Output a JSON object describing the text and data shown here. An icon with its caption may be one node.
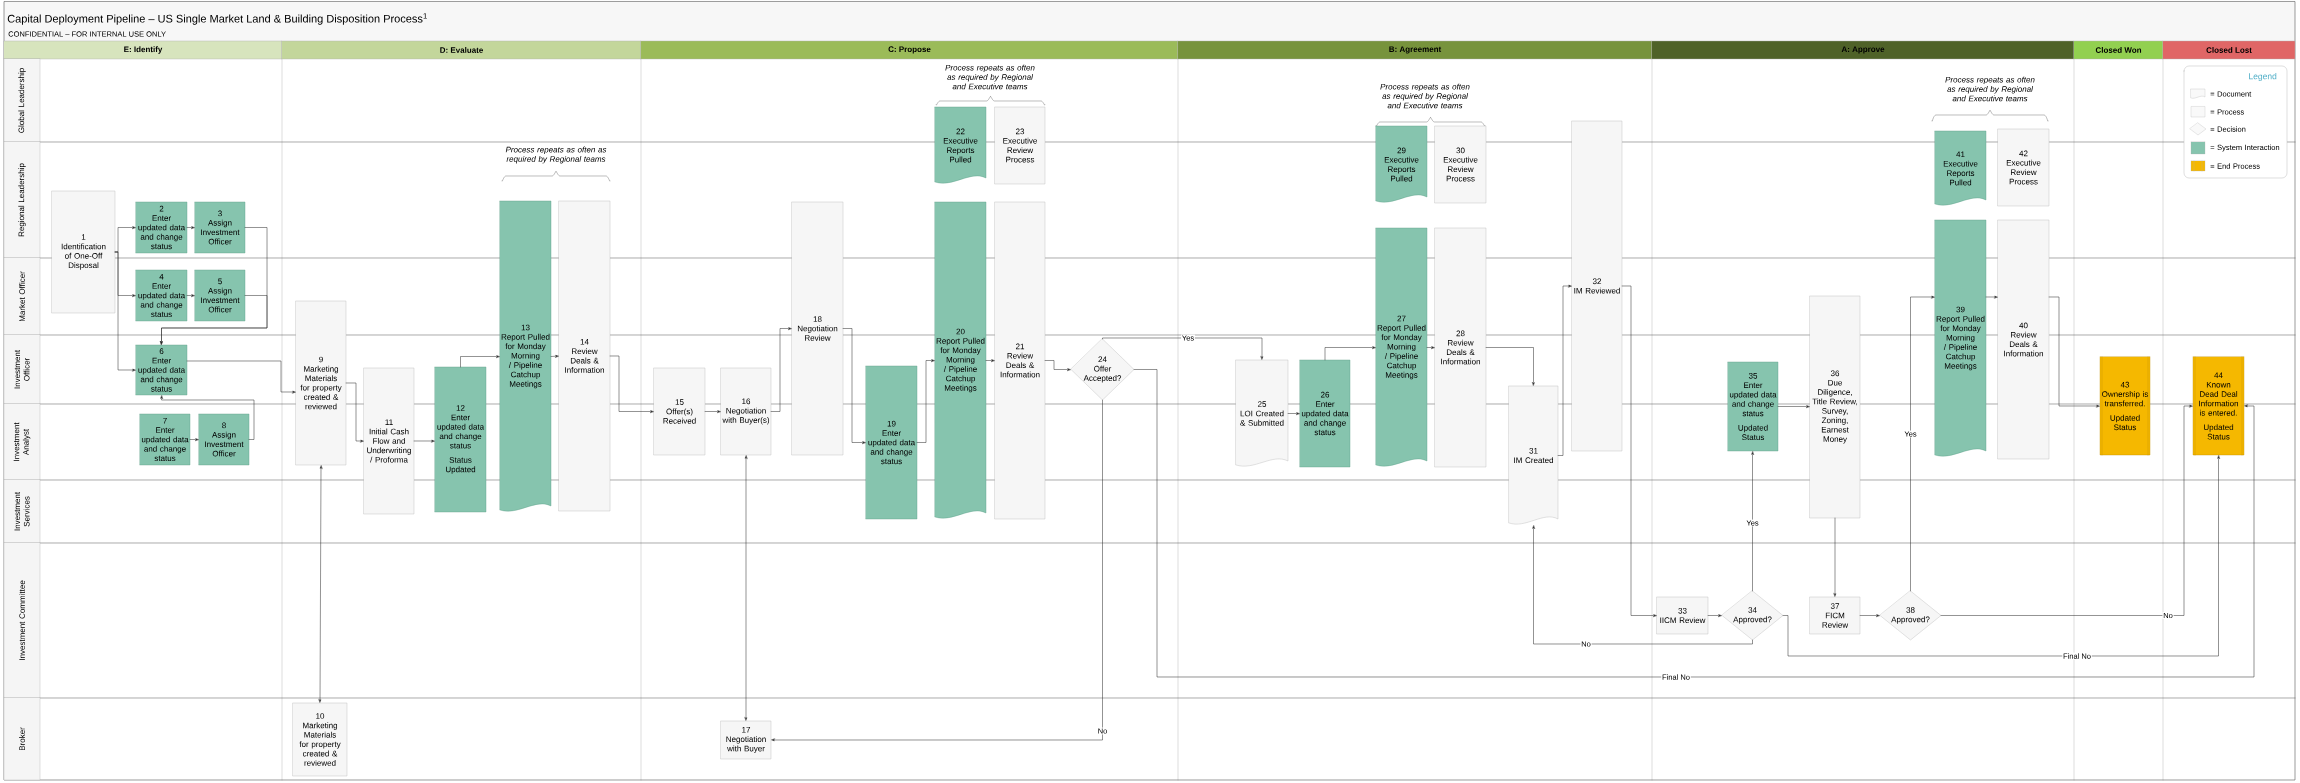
{
  "diagram": {
    "title": "Capital Deployment Pipeline – US Single Market Land & Building Disposition Process$^{1}$",
    "nodes": [
      {
        "text": [
          "E: Identify"
        ]
      },
      {
        "text": [
          "D: Evaluate"
        ]
      },
      {
        "text": [
          "C: Propose"
        ]
      },
      {
        "text": [
          "B: Agreement"
        ]
      },
      {
        "text": [
          "A: Approve"
        ]
      },
      {
        "text": [
          "Closed Won"
        ]
      },
      {
        "text": [
          "Closed Lost"
        ]
      },
      {
        "text": [
          "Global Leadership"
        ]
      },
      {
        "text": [
          "Regional Leadership"
        ]
      },
      {
        "text": [
          "Market Officer"
        ]
      },
      {
        "text": [
          "Investment Officer"
        ]
      },
      {
        "text": [
          "Investment Analyst"
        ]
      },
      {
        "text": [
          "Investment Services"
        ]
      },
      {
        "text": [
          "Investment Committee"
        ]
      },
      {
        "text": [
          "Broker"
        ]
      },
      {
        "text": [
          "1",
          "Identification of One-Off Disposal"
        ]
      },
      {
        "text": [
          "2",
          "Enter updated data and change status"
        ]
      },
      {
        "text": [
          "3",
          "Assign Investment Officer"
        ]
      },
      {
        "text": [
          "4",
          "Enter updated data and change status"
        ]
      },
      {
        "text": [
          "5",
          "Assign Investment Officer"
        ]
      },
      {
        "text": [
          "6",
          "Enter updated data and change status"
        ]
      },
      {
        "text": [
          "7",
          "Enter updated data and change status"
        ]
      },
      {
        "text": [
          "8",
          "Assign Investment Officer"
        ]
      },
      {
        "text": [
          "9",
          "Marketing Materials for property created & reviewed"
        ]
      },
      {
        "text": [
          "10",
          "Marketing Materials for property created & reviewed"
        ]
      },
      {
        "text": [
          "11",
          "Initial Cash Flow and Underwriting / Proforma"
        ]
      },
      {
        "text": [
          "12",
          "Enter updated data and change status",
          "Status Updated"
        ]
      },
      {
        "text": [
          "13",
          "Report Pulled for Monday Morning / Pipeline Catchup Meetings"
        ]
      },
      {
        "text": [
          "14",
          "Review Deals & Information"
        ]
      },
      {
        "text": [
          "15",
          "Offer(s) Received"
        ]
      },
      {
        "text": [
          "16",
          "Negotiation with Buyer(s)"
        ]
      },
      {
        "text": [
          "17",
          "Negotiation with Buyer"
        ]
      },
      {
        "text": [
          "18",
          "Negotiation Review"
        ]
      },
      {
        "text": [
          "19",
          "Enter updated data and change status"
        ]
      },
      {
        "text": [
          "20",
          "Report Pulled for Monday Morning / Pipeline Catchup Meetings"
        ]
      },
      {
        "text": [
          "21",
          "Review Deals & Information"
        ]
      },
      {
        "text": [
          "22",
          "Executive Reports Pulled"
        ]
      },
      {
        "text": [
          "23",
          "Executive Review Process"
        ]
      },
      {
        "text": [
          "24",
          "Offer Accepted?"
        ]
      },
      {
        "text": [
          "25",
          "LOI Created & Submitted"
        ]
      },
      {
        "text": [
          "26",
          "Enter updated data and change status"
        ]
      },
      {
        "text": [
          "27",
          "Report Pulled for Monday Morning / Pipeline Catchup Meetings"
        ]
      },
      {
        "text": [
          "28",
          "Review Deals & Information"
        ]
      },
      {
        "text": [
          "29",
          "Executive Reports Pulled"
        ]
      },
      {
        "text": [
          "30",
          "Executive Review Process"
        ]
      },
      {
        "text": [
          "31",
          "IM Created"
        ]
      },
      {
        "text": [
          "32",
          "IM Reviewed"
        ]
      },
      {
        "text": [
          "33",
          "IICM Review"
        ]
      },
      {
        "text": [
          "34",
          "Approved?"
        ]
      },
      {
        "text": [
          "35",
          "Enter updated data and change status",
          "Updated Status"
        ]
      },
      {
        "text": [
          "36",
          "Due Diligence, Title Review, Survey, Zoning, Earnest Money"
        ]
      },
      {
        "text": [
          "37",
          "FICM Review"
        ]
      },
      {
        "text": [
          "38",
          "Approved?"
        ]
      },
      {
        "text": [
          "39",
          "Report Pulled for Monday Morning / Pipeline Catchup Meetings"
        ]
      },
      {
        "text": [
          "40",
          "Review Deals & Information"
        ]
      },
      {
        "text": [
          "41",
          "Executive Reports Pulled"
        ]
      },
      {
        "text": [
          "42",
          "Executive Review Process"
        ]
      },
      {
        "text": [
          "43",
          "Ownership is transferred.",
          "Updated Status"
        ]
      },
      {
        "text": [
          "44",
          "Known Dead Deal Information is entered.",
          "Updated Status"
        ]
      }
    ],
    "edges": [
      {
        "from": 15,
        "to": 16,
        "arrow": "to"
      },
      {
        "from": 15,
        "to": 18,
        "arrow": "to"
      },
      {
        "from": 15,
        "to": 20,
        "arrow": "to"
      },
      {
        "from": 16,
        "to": 17,
        "arrow": "to"
      },
      {
        "from": 18,
        "to": 19,
        "arrow": "to"
      },
      {
        "from": 17,
        "to": 20,
        "arrow": "to"
      },
      {
        "from": 19,
        "to": 20,
        "arrow": "to"
      },
      {
        "from": 21,
        "to": 22,
        "arrow": "to"
      },
      {
        "from": 22,
        "to": 20,
        "arrow": "to"
      },
      {
        "from": 20,
        "to": 23,
        "arrow": "to"
      },
      {
        "from": 23,
        "to": 24,
        "arrow": "both"
      },
      {
        "from": 23,
        "to": 25,
        "arrow": "to"
      },
      {
        "from": 25,
        "to": 26,
        "arrow": "to"
      },
      {
        "from": 26,
        "to": 27,
        "arrow": "to"
      },
      {
        "from": 27,
        "to": 28,
        "arrow": "to"
      },
      {
        "from": 28,
        "to": 29,
        "arrow": "to"
      },
      {
        "from": 29,
        "to": 30,
        "arrow": "to"
      },
      {
        "from": 30,
        "to": 32,
        "arrow": "to"
      },
      {
        "from": 30,
        "to": 31,
        "arrow": "both"
      },
      {
        "from": 32,
        "to": 33,
        "arrow": "to"
      },
      {
        "from": 33,
        "to": 34,
        "arrow": "to"
      },
      {
        "from": 34,
        "to": 35,
        "arrow": "to"
      },
      {
        "from": 35,
        "to": 38,
        "arrow": "to"
      },
      {
        "from": 38,
        "to": 39,
        "arrow": "to",
        "label": "Yes"
      },
      {
        "from": 38,
        "to": 31,
        "arrow": "to",
        "label": "No"
      },
      {
        "from": 38,
        "to": 58,
        "arrow": "to",
        "label": "Final No"
      },
      {
        "from": 39,
        "to": 40,
        "arrow": "to"
      },
      {
        "from": 40,
        "to": 41,
        "arrow": "to"
      },
      {
        "from": 41,
        "to": 42,
        "arrow": "to"
      },
      {
        "from": 42,
        "to": 45,
        "arrow": "to"
      },
      {
        "from": 45,
        "to": 46,
        "arrow": "to"
      },
      {
        "from": 46,
        "to": 47,
        "arrow": "to"
      },
      {
        "from": 47,
        "to": 48,
        "arrow": "to"
      },
      {
        "from": 48,
        "to": 49,
        "arrow": "to",
        "label": "Yes"
      },
      {
        "from": 48,
        "to": 45,
        "arrow": "to",
        "label": "No"
      },
      {
        "from": 49,
        "to": 50,
        "arrow": "to"
      },
      {
        "from": 50,
        "to": 51,
        "arrow": "to"
      },
      {
        "from": 51,
        "to": 52,
        "arrow": "to"
      },
      {
        "from": 52,
        "to": 53,
        "arrow": "to",
        "label": "Yes"
      },
      {
        "from": 48,
        "to": 58,
        "arrow": "to",
        "label": "Final No"
      },
      {
        "from": 52,
        "to": 58,
        "arrow": "to",
        "label": "No"
      },
      {
        "from": 53,
        "to": 54,
        "arrow": "to"
      },
      {
        "from": 54,
        "to": 57,
        "arrow": "to"
      }
    ],
    "labels": [
      "CONFIDENTIAL – FOR INTERNAL USE ONLY",
      "Process repeats as often as required by Regional teams",
      "Process repeats as often as required by Regional and Executive teams",
      "Process repeats as often as required by Regional and Executive teams",
      "Process repeats as often as required by Regional and Executive teams",
      "Legend"
    ],
    "legend": [
      {
        "text": "= Document"
      },
      {
        "text": "= Process"
      },
      {
        "text": "= Decision"
      },
      {
        "text": "= System Interaction",
        "color": "#86c4ae"
      },
      {
        "text": "= End Process",
        "color": "#f5b800"
      }
    ]
  }
}
